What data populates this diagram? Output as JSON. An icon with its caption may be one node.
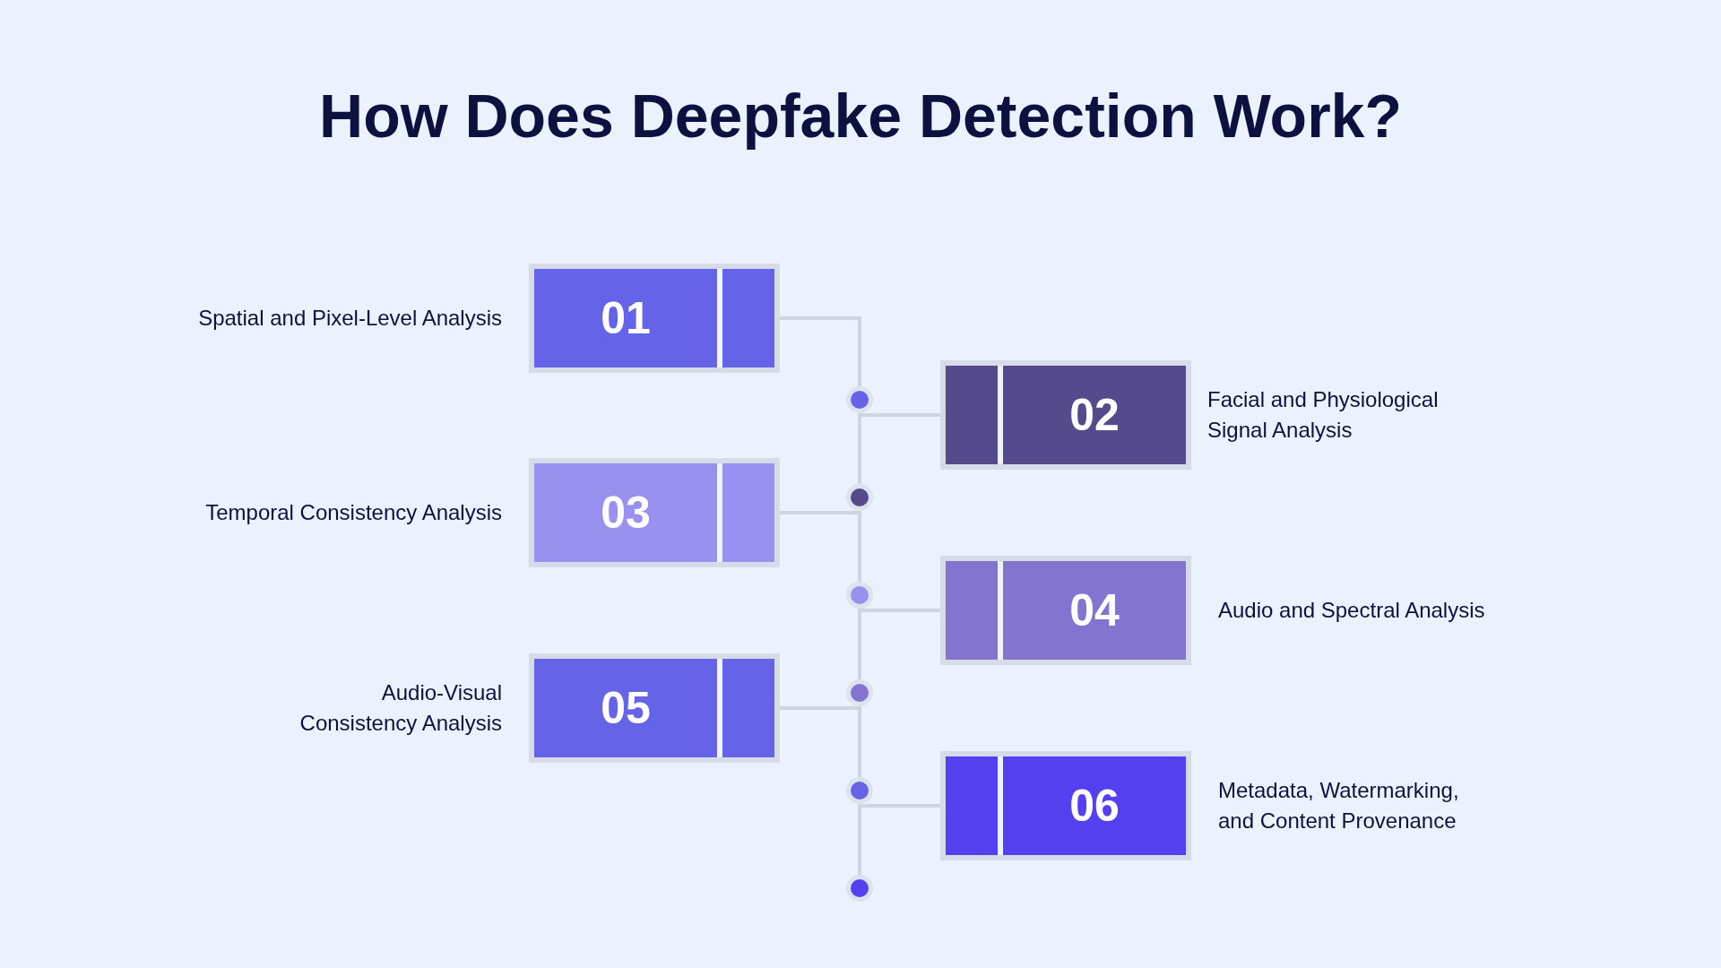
{
  "diagram": {
    "title": "How Does Deepfake Detection Work?",
    "nodes": [
      {
        "text": [
          "01"
        ],
        "beside": [
          "Spatial and Pixel-Level Analysis"
        ]
      },
      {
        "text": [
          "02"
        ],
        "beside": [
          "Facial and Physiological Signal Analysis"
        ]
      },
      {
        "text": [
          "03"
        ],
        "beside": [
          "Temporal Consistency Analysis"
        ]
      },
      {
        "text": [
          "04"
        ],
        "beside": [
          "Audio and Spectral Analysis"
        ]
      },
      {
        "text": [
          "05"
        ],
        "beside": [
          "Audio-Visual Consistency Analysis"
        ]
      },
      {
        "text": [
          "06"
        ],
        "beside": [
          "Metadata, Watermarking, and Content Provenance"
        ]
      },
      {
        "text": [],
        "shape": "circle"
      },
      {
        "text": [],
        "shape": "circle"
      },
      {
        "text": [],
        "shape": "circle"
      },
      {
        "text": [],
        "shape": "circle"
      },
      {
        "text": [],
        "shape": "circle"
      },
      {
        "text": [],
        "shape": "circle"
      }
    ],
    "edges": [
      {
        "from": 0,
        "to": 6,
        "arrow": "none"
      },
      {
        "from": 1,
        "to": 6,
        "arrow": "none"
      },
      {
        "from": 2,
        "to": 7,
        "arrow": "none"
      },
      {
        "from": 3,
        "to": 8,
        "arrow": "none"
      },
      {
        "from": 4,
        "to": 9,
        "arrow": "none"
      },
      {
        "from": 5,
        "to": 10,
        "arrow": "none"
      },
      {
        "from": 6,
        "to": 7,
        "arrow": "none"
      },
      {
        "from": 7,
        "to": 8,
        "arrow": "none"
      },
      {
        "from": 8,
        "to": 9,
        "arrow": "none"
      },
      {
        "from": 9,
        "to": 10,
        "arrow": "none"
      },
      {
        "from": 10,
        "to": 11,
        "arrow": "none"
      }
    ]
  }
}
